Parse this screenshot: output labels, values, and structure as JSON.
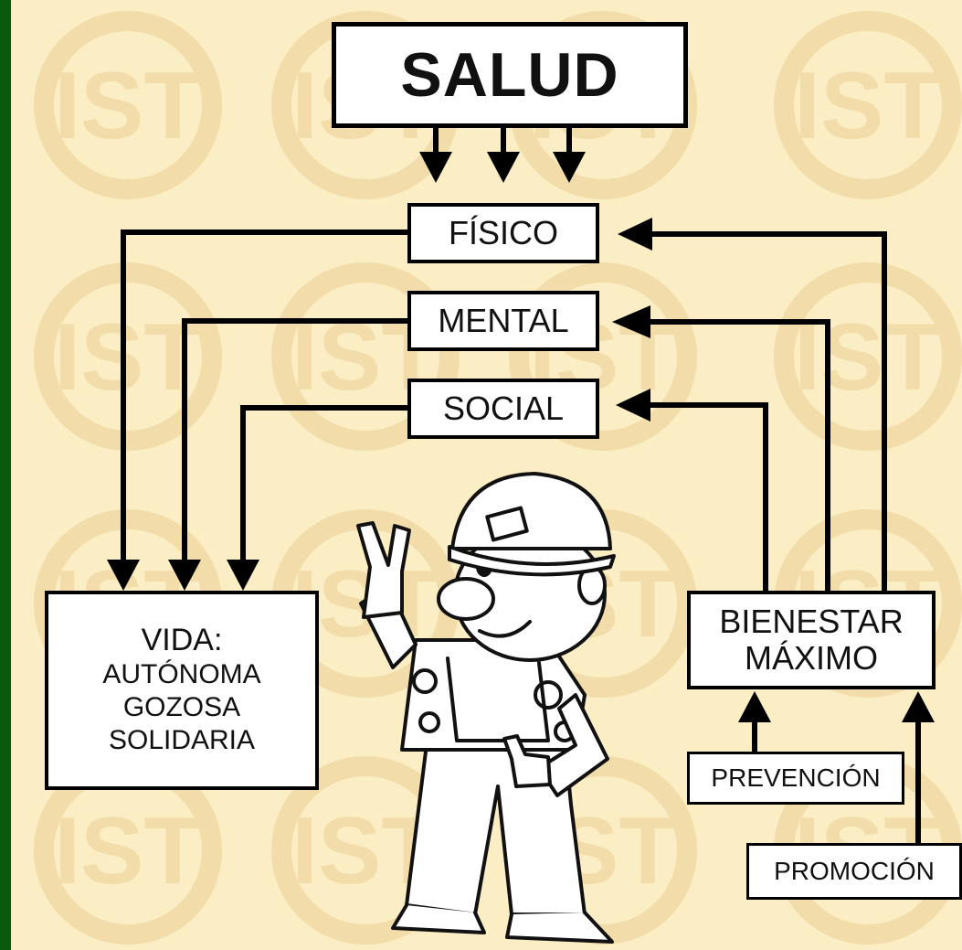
{
  "salud": "SALUD",
  "dimensions": {
    "fisico": "FÍSICO",
    "mental": "MENTAL",
    "social": "SOCIAL"
  },
  "vida": {
    "title": "VIDA:",
    "lines": [
      "AUTÓNOMA",
      "GOZOSA",
      "SOLIDARIA"
    ]
  },
  "bienestar": {
    "line1": "BIENESTAR",
    "line2": "MÁXIMO"
  },
  "prevencion": "PREVENCIÓN",
  "promocion": "PROMOCIÓN",
  "colors": {
    "frame": "#0b5a0b",
    "background": "#fbedc4",
    "watermark": "#f1dba6",
    "ink": "#000000"
  },
  "icons": [
    "worker-illustration",
    "ist-watermark-logo"
  ]
}
